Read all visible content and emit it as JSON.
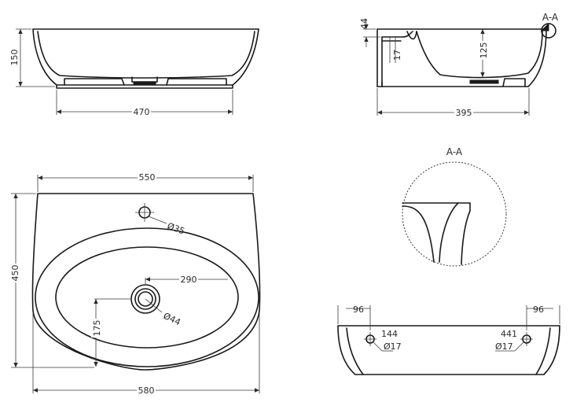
{
  "drawing": {
    "dimensions": {
      "front_height": "150",
      "front_width": "470",
      "side_drain_height": "44",
      "side_wall_thickness": "17",
      "side_inner_depth": "125",
      "side_width": "395",
      "top_width": "550",
      "top_height": "450",
      "tap_hole": "Ø35",
      "drain_offset": "290",
      "drain_hole": "Ø44",
      "drain_from_front": "175",
      "top_overall_width": "580",
      "rear_left_offset": "96",
      "rear_right_offset": "96",
      "rear_left_hole_offset": "144",
      "rear_right_hole_offset": "441",
      "rear_left_hole_dia": "Ø17",
      "rear_right_hole_dia": "Ø17"
    },
    "sections": {
      "side_section_label": "A-A",
      "detail_section_label": "A-A"
    }
  }
}
